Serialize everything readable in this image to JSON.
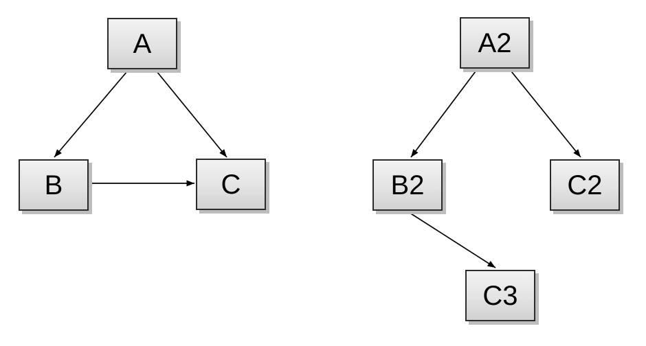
{
  "diagram": {
    "type": "directed-graph",
    "background_color": "#ffffff",
    "node_style": {
      "fill_top": "#f2f2f2",
      "fill_bottom": "#d1d1d1",
      "border_color": "#2b2b2b",
      "shadow_color": "#bdbdbd",
      "text_color": "#000000"
    },
    "edge_style": {
      "line_color": "#000000",
      "arrowhead": "filled-triangle"
    },
    "graphs": [
      {
        "id": "left-graph",
        "nodes": [
          {
            "id": "A",
            "label": "A"
          },
          {
            "id": "B",
            "label": "B"
          },
          {
            "id": "C",
            "label": "C"
          }
        ],
        "edges": [
          {
            "from": "A",
            "to": "B"
          },
          {
            "from": "A",
            "to": "C"
          },
          {
            "from": "B",
            "to": "C"
          }
        ]
      },
      {
        "id": "right-graph",
        "nodes": [
          {
            "id": "A2",
            "label": "A2"
          },
          {
            "id": "B2",
            "label": "B2"
          },
          {
            "id": "C2",
            "label": "C2"
          },
          {
            "id": "C3",
            "label": "C3"
          }
        ],
        "edges": [
          {
            "from": "A2",
            "to": "B2"
          },
          {
            "from": "A2",
            "to": "C2"
          },
          {
            "from": "B2",
            "to": "C3"
          }
        ]
      }
    ]
  }
}
